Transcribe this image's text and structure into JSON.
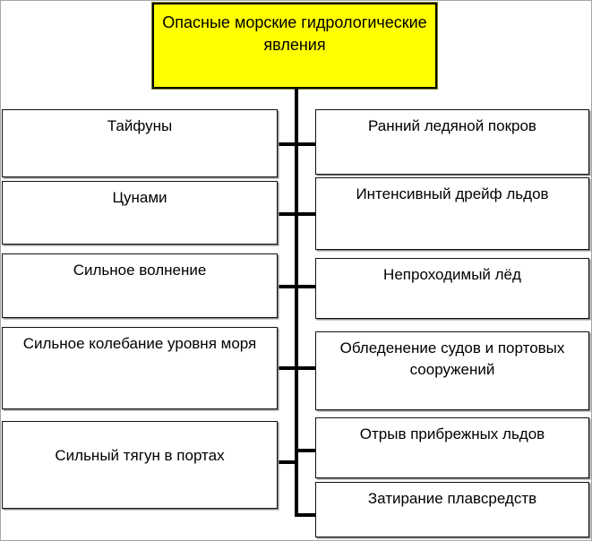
{
  "diagram": {
    "title": "Опасные морские гидрологические явления",
    "root": {
      "label": "Опасные морские гидрологические явления",
      "fill_color": "#ffff00",
      "border_color": "#000000"
    },
    "left_column": [
      {
        "label": "Тайфуны"
      },
      {
        "label": "Цунами"
      },
      {
        "label": "Сильное волнение"
      },
      {
        "label": "Сильное колебание уровня моря"
      },
      {
        "label": "Сильный тягун в портах"
      }
    ],
    "right_column": [
      {
        "label": "Ранний ледяной покров"
      },
      {
        "label": "Интенсивный дрейф льдов"
      },
      {
        "label": "Непроходимый лёд"
      },
      {
        "label": "Обледенение судов и портовых сооружений"
      },
      {
        "label": "Отрыв прибрежных льдов"
      },
      {
        "label": "Затирание плавсредств"
      }
    ],
    "connector_color": "#000000",
    "node_fill": "#ffffff",
    "node_border": "#111111"
  }
}
